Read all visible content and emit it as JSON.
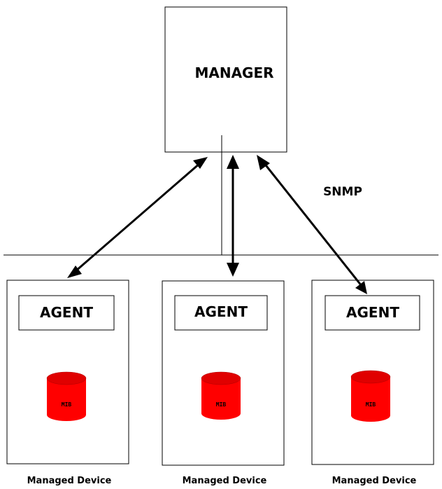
{
  "manager": {
    "label": "MANAGER"
  },
  "protocol": {
    "label": "SNMP"
  },
  "devices": [
    {
      "agent_label": "AGENT",
      "database_label": "MIB",
      "device_label": "Managed Device"
    },
    {
      "agent_label": "AGENT",
      "database_label": "MIB",
      "device_label": "Managed Device"
    },
    {
      "agent_label": "AGENT",
      "database_label": "MIB",
      "device_label": "Managed Device"
    }
  ],
  "colors": {
    "database": "#ff0000",
    "stroke": "#000000"
  }
}
